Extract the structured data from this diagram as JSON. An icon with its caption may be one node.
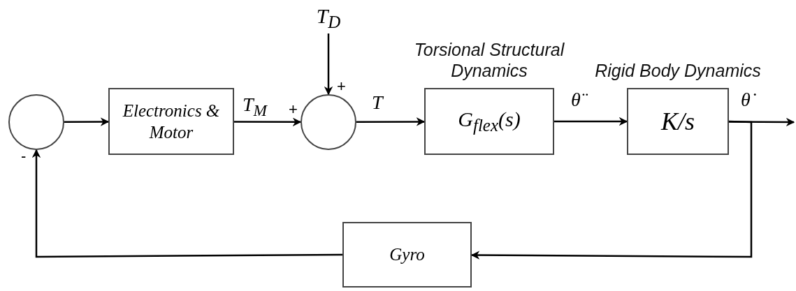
{
  "diagram": {
    "nodes": [
      {
        "text": [],
        "shape": "circle"
      },
      {
        "text": [
          "Electronics & Motor"
        ]
      },
      {
        "text": [],
        "shape": "circle"
      },
      {
        "text": [
          "Torsional Structural Dynamics",
          "G$_{flex}$(s)"
        ]
      },
      {
        "text": [
          "Rigid Body Dynamics",
          "K/s"
        ]
      },
      {
        "text": [
          "Gyro"
        ]
      },
      {
        "text": [
          "T$_{D}$"
        ]
      }
    ],
    "edges": [
      {
        "from": 0,
        "to": 1,
        "arrow": "to"
      },
      {
        "from": 1,
        "to": 2,
        "arrow": "to",
        "label": "T$_{M}$"
      },
      {
        "from": 6,
        "to": 2,
        "arrow": "to"
      },
      {
        "from": 2,
        "to": 3,
        "arrow": "to",
        "label": "T"
      },
      {
        "from": 3,
        "to": 4,
        "arrow": "to",
        "label": "θ̈"
      },
      {
        "from": 4,
        "to": null,
        "arrow": "to",
        "label": "θ̇"
      },
      {
        "from": 4,
        "to": 5,
        "arrow": "to"
      },
      {
        "from": 5,
        "to": 0,
        "arrow": "to"
      }
    ],
    "labels": [
      "+",
      "+",
      "-"
    ]
  }
}
